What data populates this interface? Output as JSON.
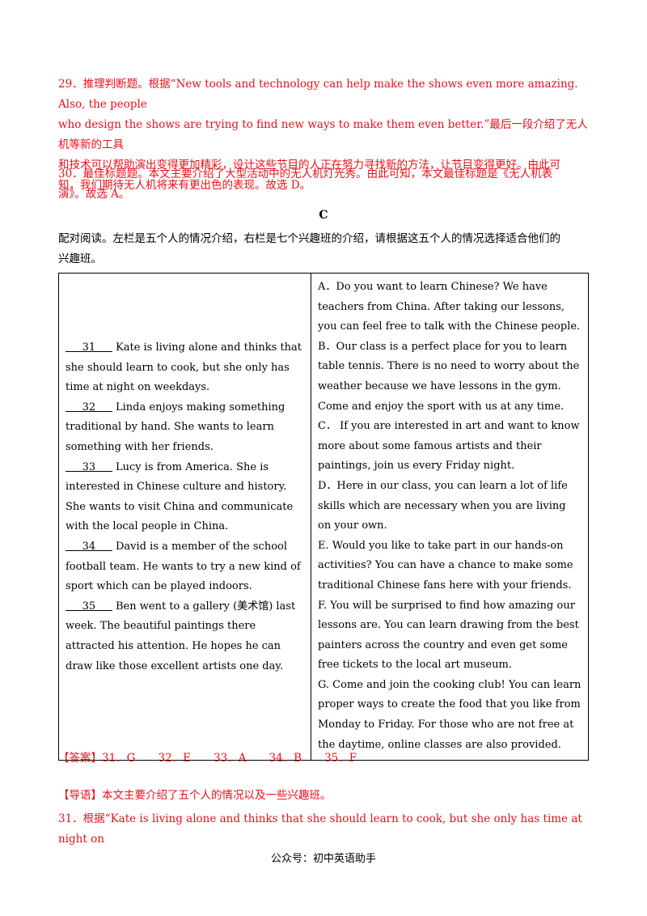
{
  "q29": {
    "line1": "29．推理判断题。根据“New tools and technology can help make the shows even more amazing. Also, the people",
    "line2": "who design the shows are trying to find new ways to make them even better.”最后一段介绍了无人机等新的工具",
    "line3": "和技术可以帮助演出变得更加精彩，设计这些节目的人正在努力寻找新的方法，让节目变得更好。由此可",
    "line4": "知，我们期待无人机将来有更出色的表现。故选 D。"
  },
  "q30": {
    "line1": "30．最佳标题题。本文主要介绍了大型活动中的无人机灯光秀。由此可知，本文最佳标题是《无人机表",
    "line2": "演》。故选 A。"
  },
  "section_c": {
    "title": "C",
    "intro1": "配对阅读。左栏是五个人的情况介绍，右栏是七个兴趣班的介绍，请根据这五个人的情况选择适合他们的",
    "intro2": "兴趣班。"
  },
  "people": [
    {
      "blank": "     31     ",
      "text": " Kate is living alone and thinks that she should learn to cook, but she only has time at night on weekdays."
    },
    {
      "blank": "     32     ",
      "text": " Linda enjoys making something traditional by hand. She wants to learn something with her friends."
    },
    {
      "blank": "     33     ",
      "text": " Lucy is from America. She is interested in Chinese culture and history. She wants to visit China and communicate with the local people in China."
    },
    {
      "blank": "     34     ",
      "text": " David is a member of the school football team. He wants to try a new kind of sport which can be played indoors."
    },
    {
      "blank": "     35     ",
      "text": " Ben went to a gallery (美术馆) last week. The beautiful paintings there attracted his attention. He hopes he can draw like those excellent artists one day."
    }
  ],
  "classes": [
    "A．Do you want to learn Chinese? We have teachers from China. After taking our lessons, you can feel free to talk with the Chinese people.",
    "B．Our class is a perfect place for you to learn table tennis. There is no need to worry about the weather because we have lessons in the gym. Come and enjoy the sport with us at any time.",
    "C．  If you are interested in art and want to know more about some famous artists and their paintings, join us every Friday night.",
    "D．Here in our class, you can learn a lot of life skills which are necessary when you are living on your own.",
    "E. Would you like to take part in our hands-on activities? You can have a chance to make some traditional Chinese fans here with your friends.",
    "F. You will be surprised to find how amazing our lessons are. You can learn drawing from the best painters across the country and even get some free tickets to the local art museum.",
    "G. Come and join the cooking club! You can learn proper ways to create the food that you like from Monday to Friday. For those who are not free at the daytime, online classes are also provided."
  ],
  "answer": {
    "label": "【答案】",
    "items": [
      "31．G",
      "32．E",
      "33．A",
      "34．B",
      "35．F"
    ]
  },
  "guide": {
    "label": "【导语】",
    "text": "本文主要介绍了五个人的情况以及一些兴趣班。"
  },
  "q31": "31．根据“Kate is living alone and thinks that she should learn to cook, but she only has time at night on",
  "footer": "公众号：初中英语助手",
  "colors": {
    "accent_red": "#e8101a"
  }
}
